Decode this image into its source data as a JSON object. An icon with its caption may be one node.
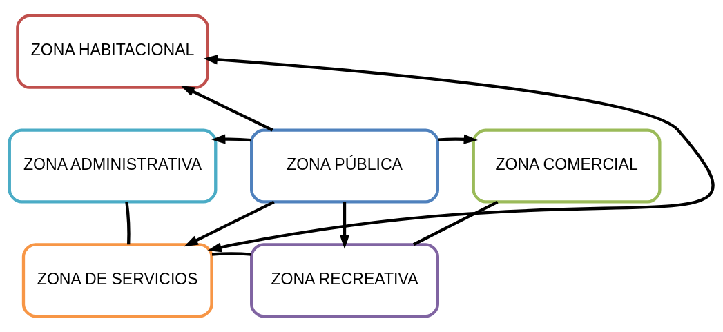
{
  "diagram": {
    "nodes": [
      {
        "text": [
          "ZONA HABITACIONAL"
        ]
      },
      {
        "text": [
          "ZONA ADMINISTRATIVA"
        ]
      },
      {
        "text": [
          "ZONA PÚBLICA"
        ]
      },
      {
        "text": [
          "ZONA COMERCIAL"
        ]
      },
      {
        "text": [
          "ZONA DE SERVICIOS"
        ]
      },
      {
        "text": [
          "ZONA RECREATIVA"
        ]
      }
    ],
    "edges": [
      {
        "from": 2,
        "to": 0,
        "arrow": "to"
      },
      {
        "from": 2,
        "to": 1,
        "arrow": "to"
      },
      {
        "from": 2,
        "to": 3,
        "arrow": "to"
      },
      {
        "from": 2,
        "to": 4,
        "arrow": "to"
      },
      {
        "from": 2,
        "to": 5,
        "arrow": "to"
      },
      {
        "from": 4,
        "to": 0,
        "arrow": "both"
      },
      {
        "from": 1,
        "to": 4,
        "arrow": "none"
      },
      {
        "from": 3,
        "to": 5,
        "arrow": "none"
      },
      {
        "from": 4,
        "to": 5,
        "arrow": "none"
      }
    ]
  }
}
